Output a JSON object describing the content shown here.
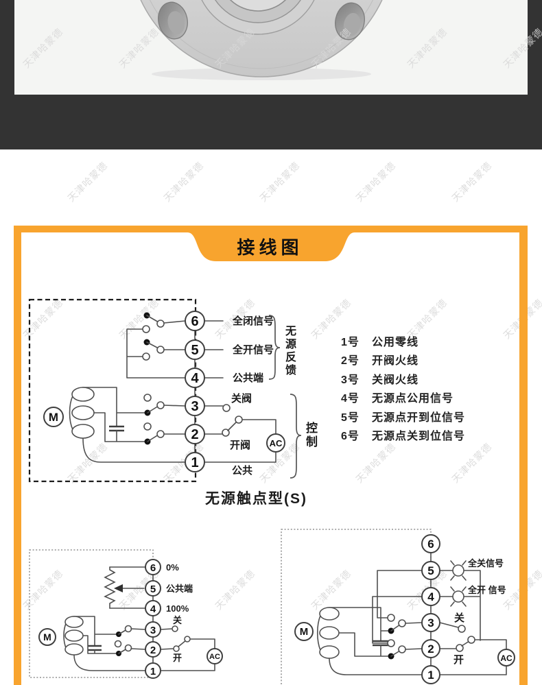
{
  "watermark": {
    "text": "天津哈蒙德"
  },
  "colors": {
    "accent_orange": "#F8A42E",
    "dark_band": "#333333",
    "diagram_line": "#4f4f4f"
  },
  "banner": {
    "title": "接线图"
  },
  "legend": {
    "items": [
      {
        "num": "1号",
        "label": "公用零线"
      },
      {
        "num": "2号",
        "label": "开阀火线"
      },
      {
        "num": "3号",
        "label": "关阀火线"
      },
      {
        "num": "4号",
        "label": "无源点公用信号"
      },
      {
        "num": "5号",
        "label": "无源点开到位信号"
      },
      {
        "num": "6号",
        "label": "无源点关到位信号"
      }
    ]
  },
  "diagram_top": {
    "caption": "无源触点型(S)",
    "motor": "M",
    "ac": "AC",
    "terminals": [
      "6",
      "5",
      "4",
      "3",
      "2",
      "1"
    ],
    "labels": {
      "t6": "全闭信号",
      "t5": "全开信号",
      "t4": "公共端",
      "t3": "关阀",
      "t2": "开阀",
      "t1": "公共"
    },
    "groups": {
      "feedback": "无源反馈",
      "control": "控制"
    }
  },
  "diagram_bottom_left": {
    "motor": "M",
    "ac": "AC",
    "terminals": [
      "6",
      "5",
      "4",
      "3",
      "2",
      "1"
    ],
    "labels": {
      "t6": "0%",
      "t5": "公共端",
      "t4": "100%",
      "t3": "关",
      "t2": "开"
    }
  },
  "diagram_bottom_right": {
    "motor": "M",
    "ac": "AC",
    "terminals": [
      "6",
      "5",
      "4",
      "3",
      "2",
      "1"
    ],
    "labels": {
      "t5": "全关信号",
      "t4": "全开 信号",
      "t3": "关",
      "t2": "开"
    }
  }
}
